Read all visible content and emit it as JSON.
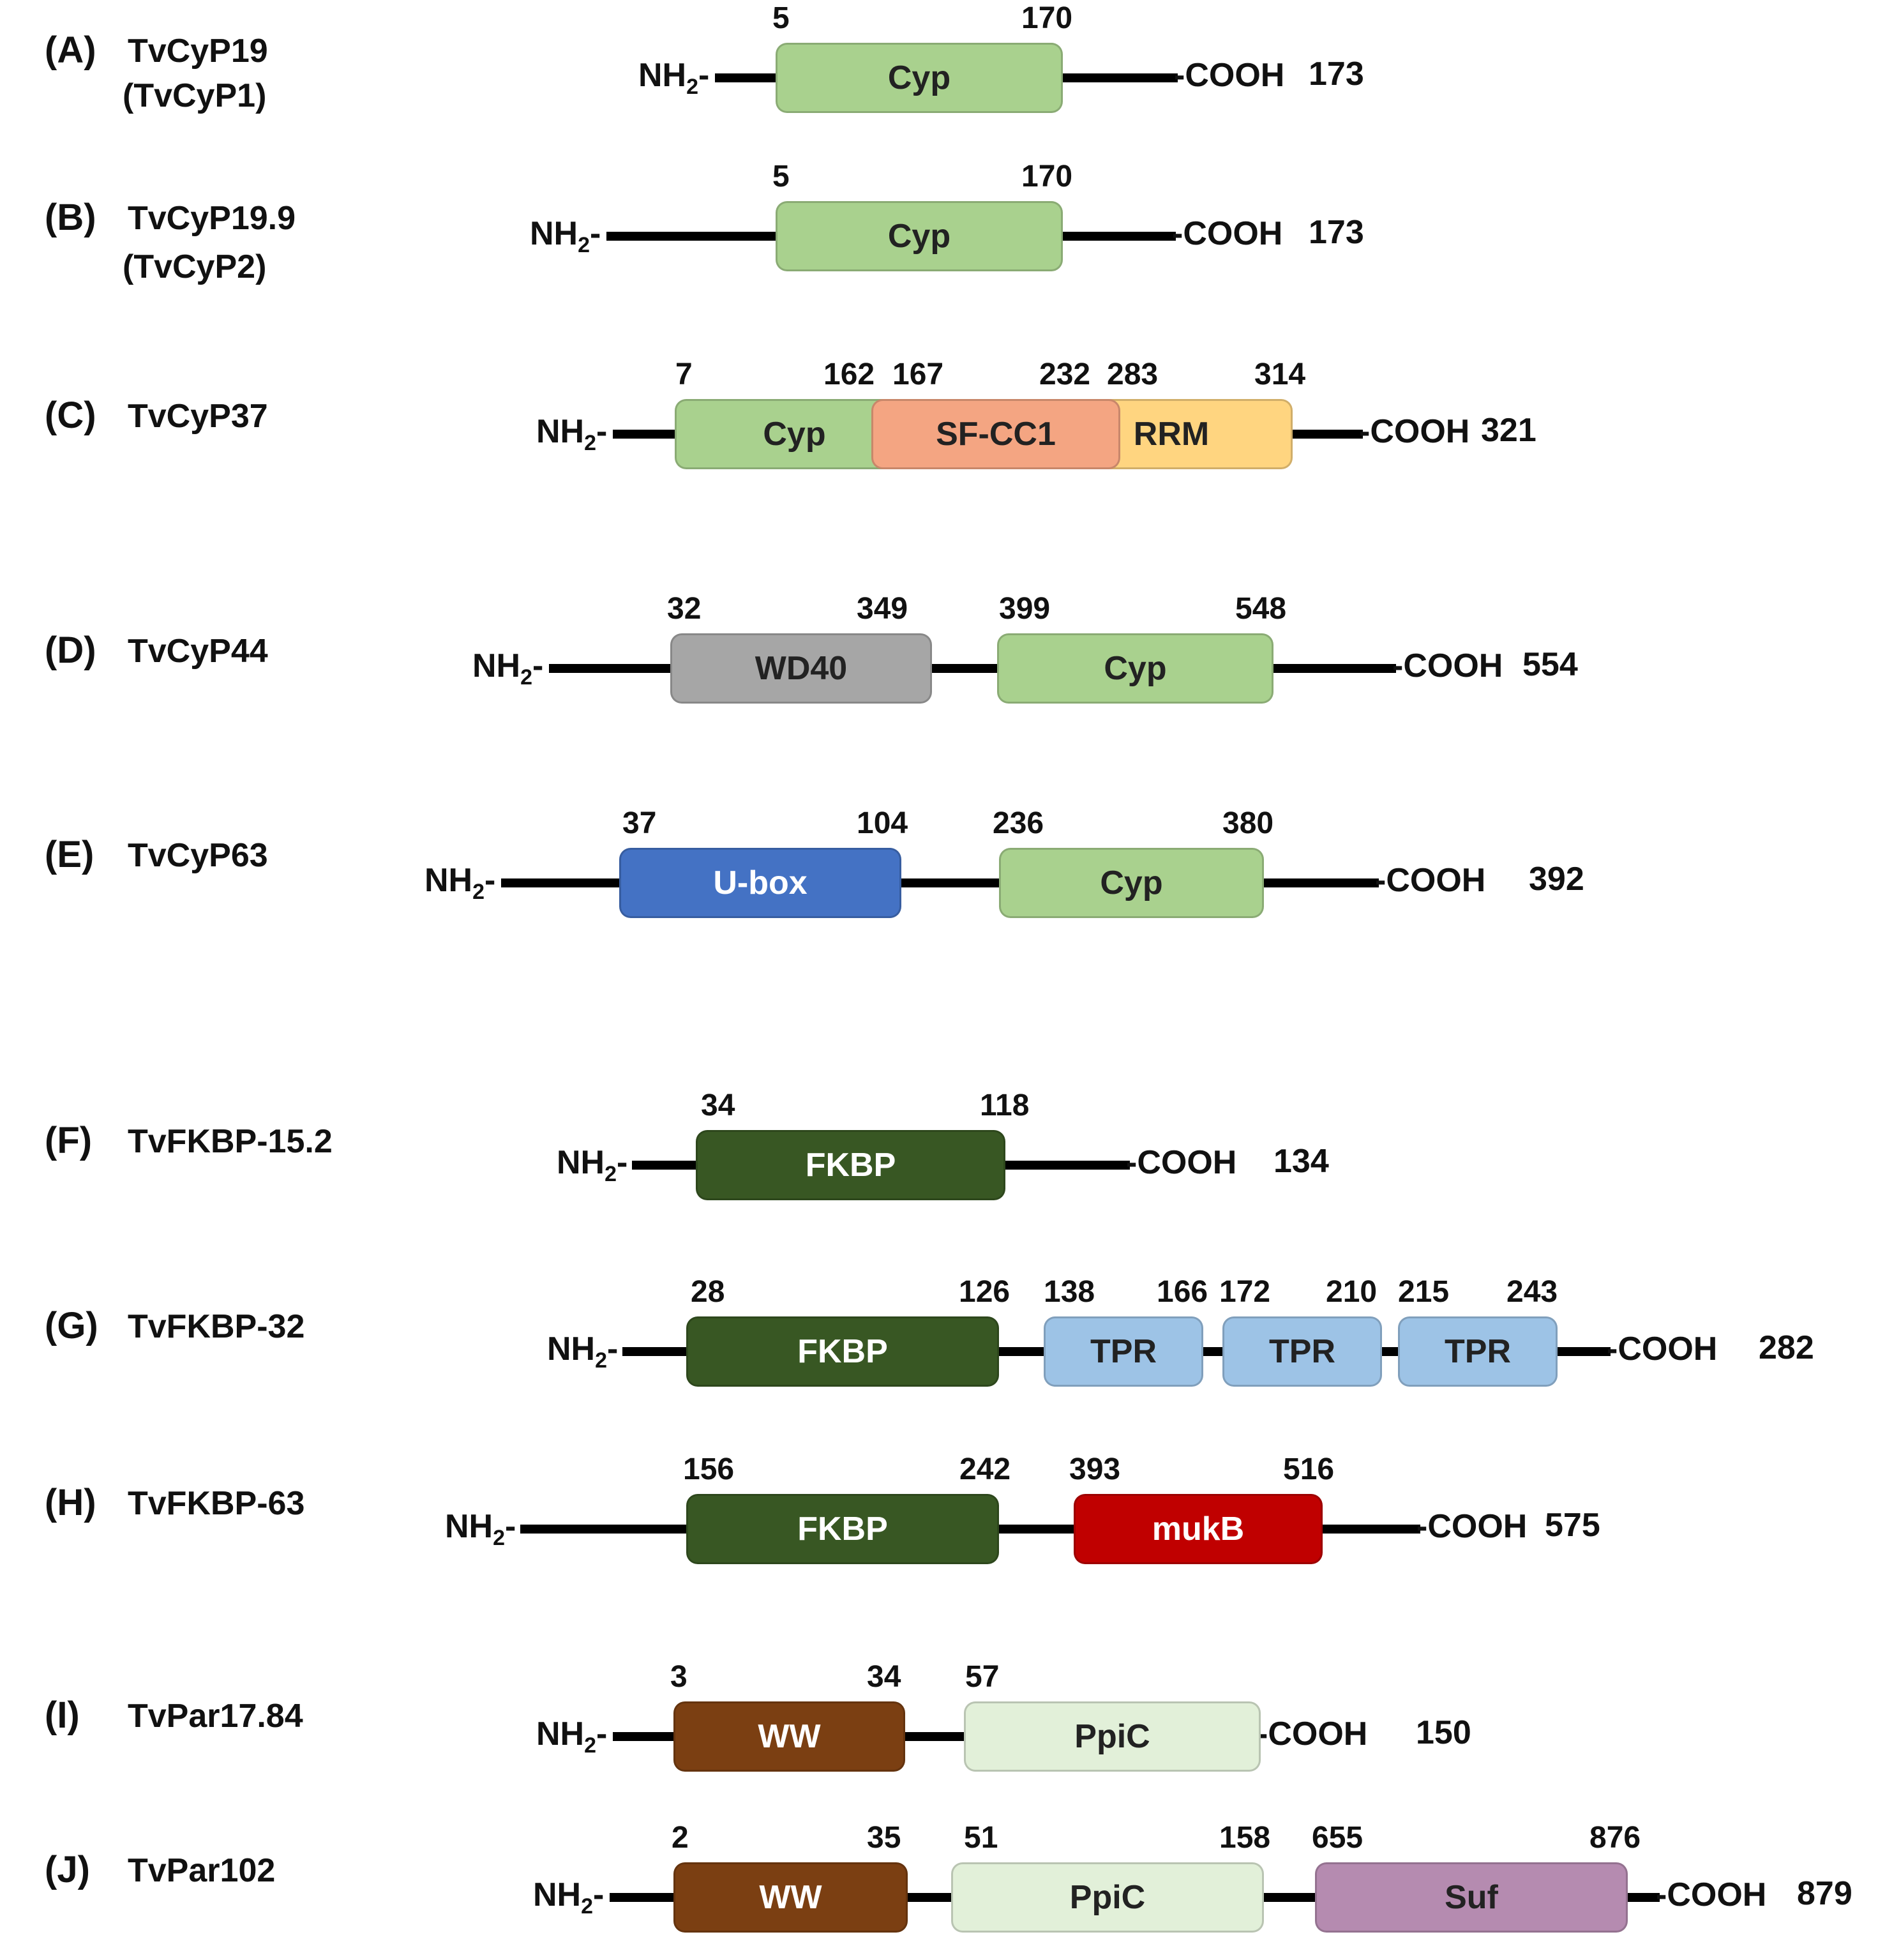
{
  "terminals": {
    "n_main": "NH",
    "n_sub": "2",
    "c_label": "-COOH"
  },
  "proteins": [
    {
      "letter": "(A)",
      "name": "TvCyP19",
      "alias": "(TvCyP1)",
      "length": "173",
      "domains": [
        {
          "label": "Cyp",
          "start": "5",
          "end": "170",
          "color": "#a9d18e"
        }
      ]
    },
    {
      "letter": "(B)",
      "name": "TvCyP19.9",
      "alias": "(TvCyP2)",
      "length": "173",
      "domains": [
        {
          "label": "Cyp",
          "start": "5",
          "end": "170",
          "color": "#a9d18e"
        }
      ]
    },
    {
      "letter": "(C)",
      "name": "TvCyP37",
      "alias": "",
      "length": "321",
      "domains": [
        {
          "label": "Cyp",
          "start": "7",
          "end": "162",
          "color": "#a9d18e"
        },
        {
          "label": "SF-CC1",
          "start": "167",
          "end": "232",
          "color": "#f4a582"
        },
        {
          "label": "RRM",
          "start": "283",
          "end": "314",
          "color": "#ffd580"
        }
      ]
    },
    {
      "letter": "(D)",
      "name": "TvCyP44",
      "alias": "",
      "length": "554",
      "domains": [
        {
          "label": "WD40",
          "start": "32",
          "end": "349",
          "color": "#a6a6a6"
        },
        {
          "label": "Cyp",
          "start": "399",
          "end": "548",
          "color": "#a9d18e"
        }
      ]
    },
    {
      "letter": "(E)",
      "name": "TvCyP63",
      "alias": "",
      "length": "392",
      "domains": [
        {
          "label": "U-box",
          "start": "37",
          "end": "104",
          "color": "#4472c4"
        },
        {
          "label": "Cyp",
          "start": "236",
          "end": "380",
          "color": "#a9d18e"
        }
      ]
    },
    {
      "letter": "(F)",
      "name": "TvFKBP-15.2",
      "alias": "",
      "length": "134",
      "domains": [
        {
          "label": "FKBP",
          "start": "34",
          "end": "118",
          "color": "#385723"
        }
      ]
    },
    {
      "letter": "(G)",
      "name": "TvFKBP-32",
      "alias": "",
      "length": "282",
      "domains": [
        {
          "label": "FKBP",
          "start": "28",
          "end": "126",
          "color": "#385723"
        },
        {
          "label": "TPR",
          "start": "138",
          "end": "166",
          "color": "#9dc3e6"
        },
        {
          "label": "TPR",
          "start": "172",
          "end": "210",
          "color": "#9dc3e6"
        },
        {
          "label": "TPR",
          "start": "215",
          "end": "243",
          "color": "#9dc3e6"
        }
      ]
    },
    {
      "letter": "(H)",
      "name": "TvFKBP-63",
      "alias": "",
      "length": "575",
      "domains": [
        {
          "label": "FKBP",
          "start": "156",
          "end": "242",
          "color": "#385723"
        },
        {
          "label": "mukB",
          "start": "393",
          "end": "516",
          "color": "#c00000"
        }
      ]
    },
    {
      "letter": "(I)",
      "name": "TvPar17.84",
      "alias": "",
      "length": "150",
      "domains": [
        {
          "label": "WW",
          "start": "3",
          "end": "34",
          "color": "#7b3f12"
        },
        {
          "label": "PpiC",
          "start": "57",
          "end": "",
          "color": "#e2f0d9"
        }
      ]
    },
    {
      "letter": "(J)",
      "name": "TvPar102",
      "alias": "",
      "length": "879",
      "domains": [
        {
          "label": "WW",
          "start": "2",
          "end": "35",
          "color": "#7b3f12"
        },
        {
          "label": "PpiC",
          "start": "51",
          "end": "158",
          "color": "#e2f0d9"
        },
        {
          "label": "Suf",
          "start": "655",
          "end": "876",
          "color": "#b58bb0"
        }
      ]
    }
  ]
}
